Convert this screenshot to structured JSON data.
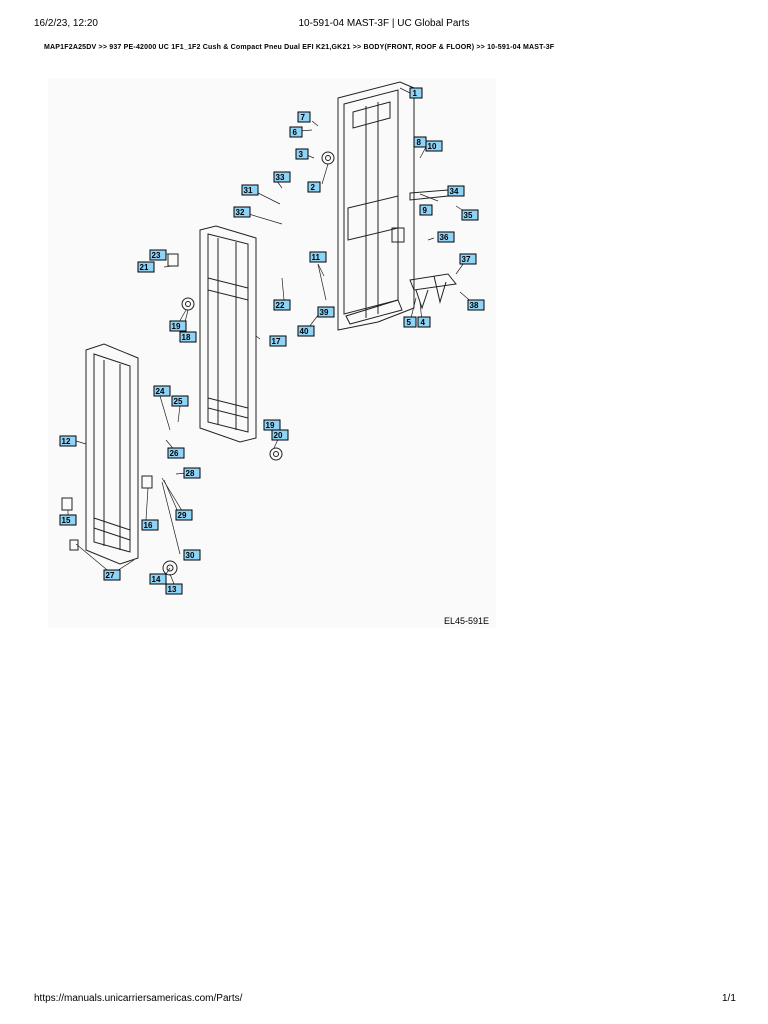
{
  "header": {
    "datetime": "16/2/23, 12:20",
    "title": "10-591-04 MAST-3F | UC Global Parts"
  },
  "breadcrumb": "MAP1F2A25DV >> 937 PE-42000 UC 1F1_1F2 Cush & Compact Pneu Dual EFI K21,GK21 >> BODY(FRONT, ROOF & FLOOR) >> 10-591-04 MAST-3F",
  "diagram": {
    "code": "EL45-591E",
    "callouts": [
      "1",
      "2",
      "3",
      "4",
      "5",
      "6",
      "7",
      "8",
      "9",
      "10",
      "11",
      "12",
      "13",
      "14",
      "15",
      "16",
      "17",
      "18",
      "19",
      "19",
      "20",
      "21",
      "22",
      "23",
      "24",
      "25",
      "26",
      "27",
      "28",
      "29",
      "30",
      "31",
      "32",
      "33",
      "34",
      "35",
      "36",
      "37",
      "38",
      "39",
      "40"
    ]
  },
  "footer": {
    "url": "https://manuals.unicarriersamericas.com/Parts/",
    "page": "1/1"
  }
}
